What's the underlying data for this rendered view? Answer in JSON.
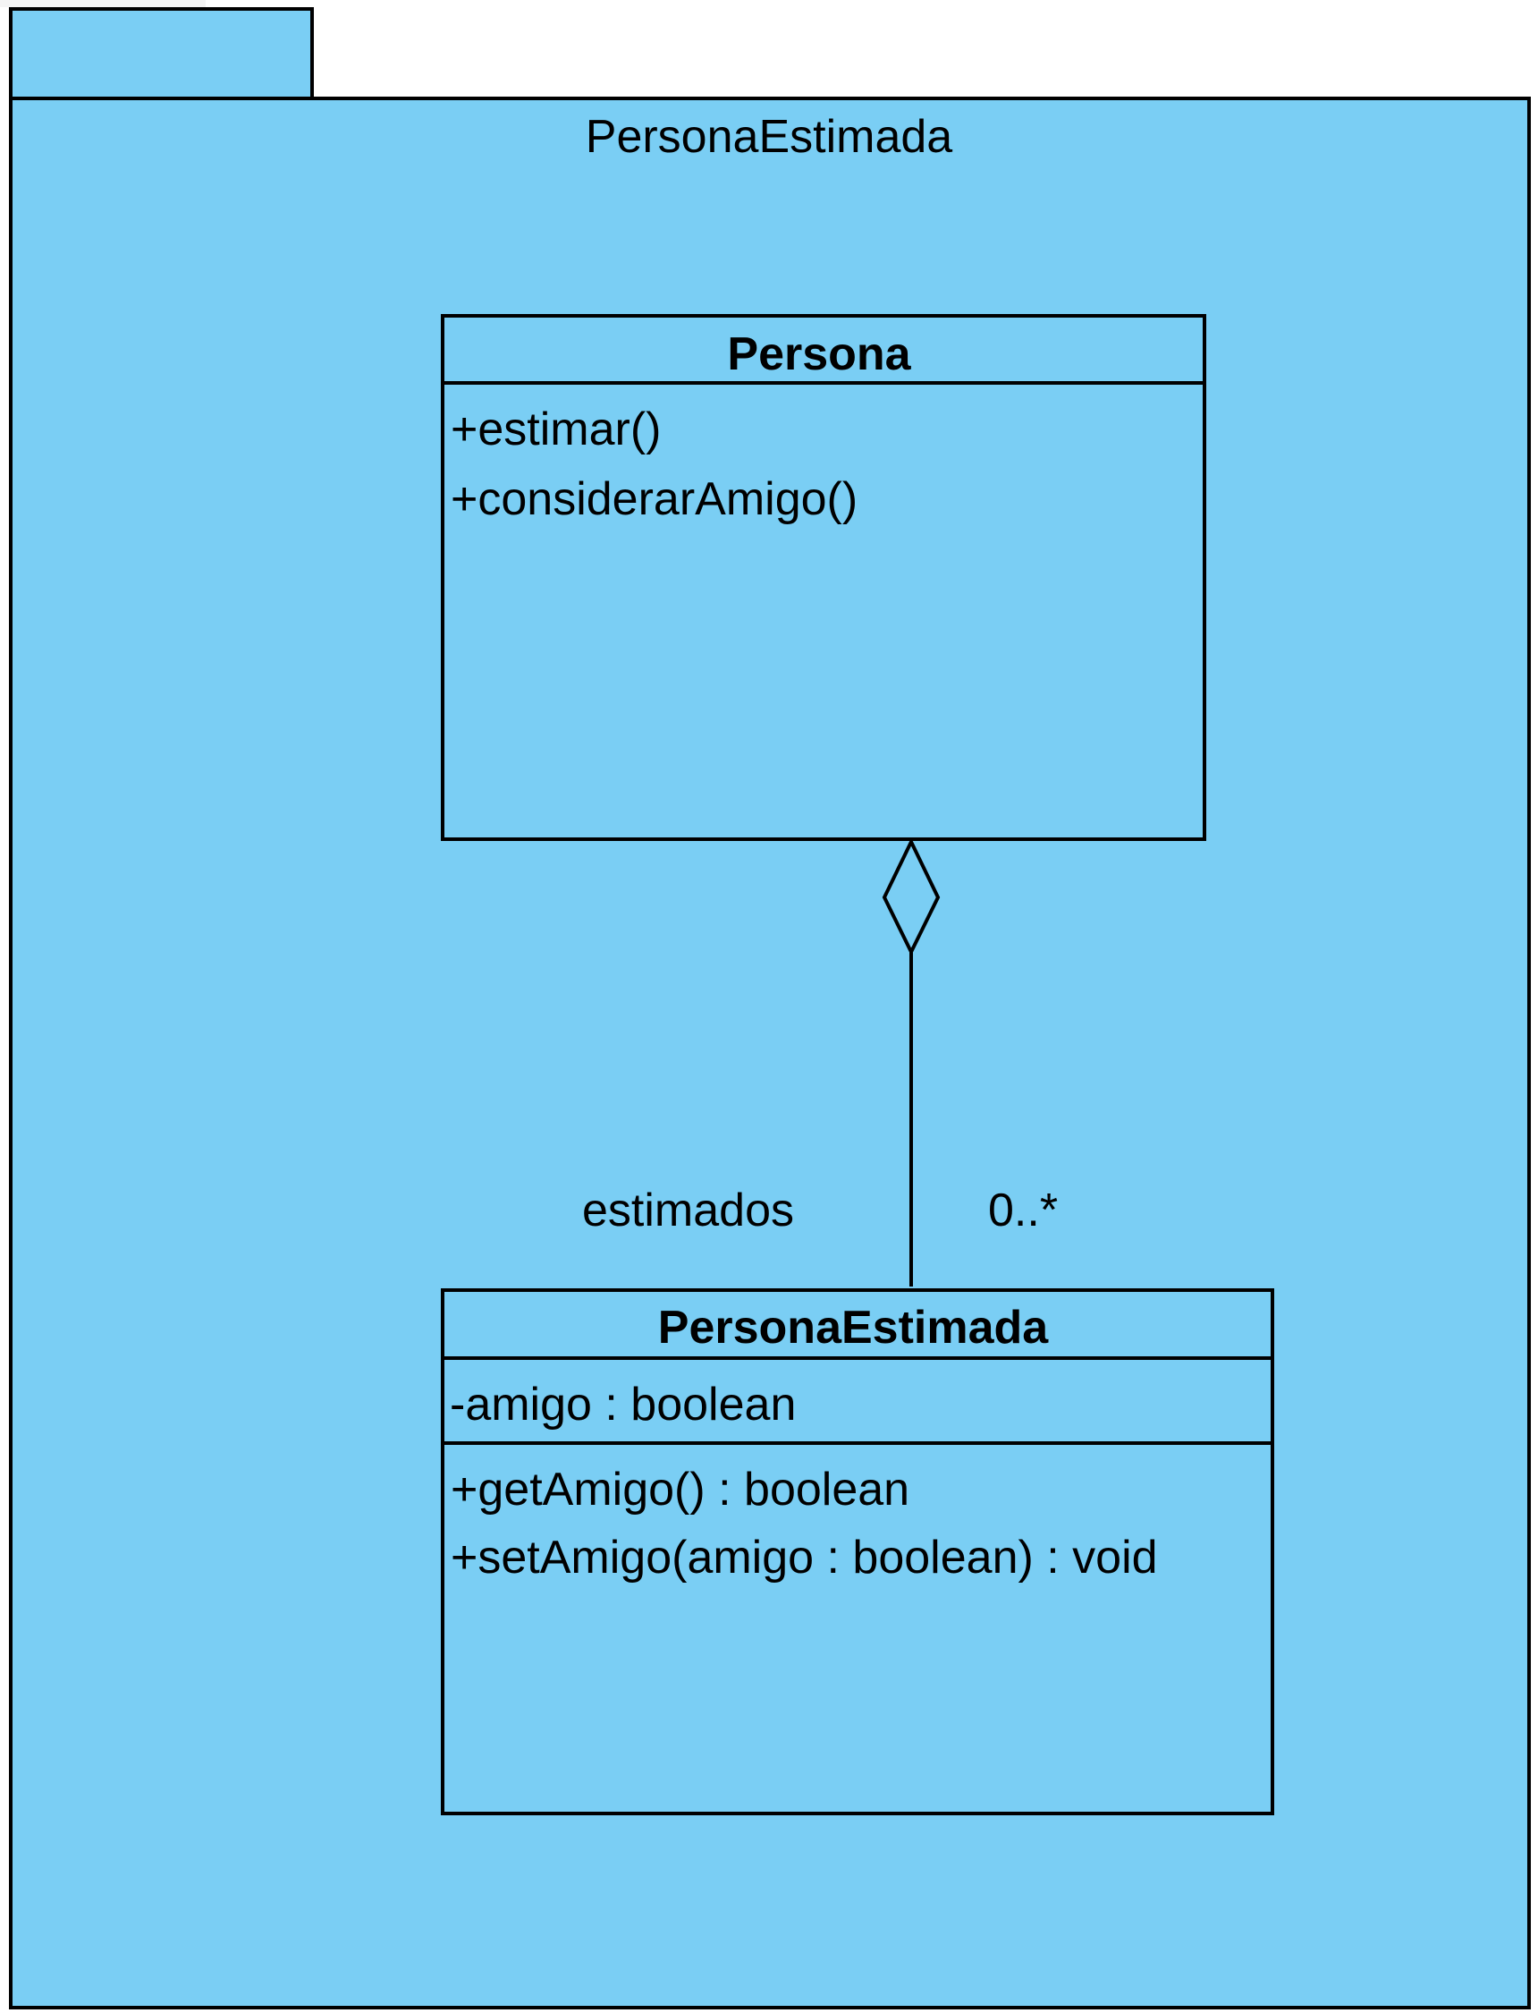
{
  "colors": {
    "package_fill": "#7ACEF4",
    "class_fill": "#7ACEF4",
    "stroke": "#000000"
  },
  "package": {
    "name": "PersonaEstimada"
  },
  "classes": [
    {
      "name": "Persona",
      "attributes": [],
      "operations": [
        "+estimar()",
        "+considerarAmigo()"
      ]
    },
    {
      "name": "PersonaEstimada",
      "attributes": [
        "-amigo : boolean"
      ],
      "operations": [
        "+getAmigo() : boolean",
        "+setAmigo(amigo : boolean) : void"
      ]
    }
  ],
  "association": {
    "type": "aggregation",
    "whole": "Persona",
    "part": "PersonaEstimada",
    "role": "estimados",
    "multiplicity": "0..*"
  }
}
